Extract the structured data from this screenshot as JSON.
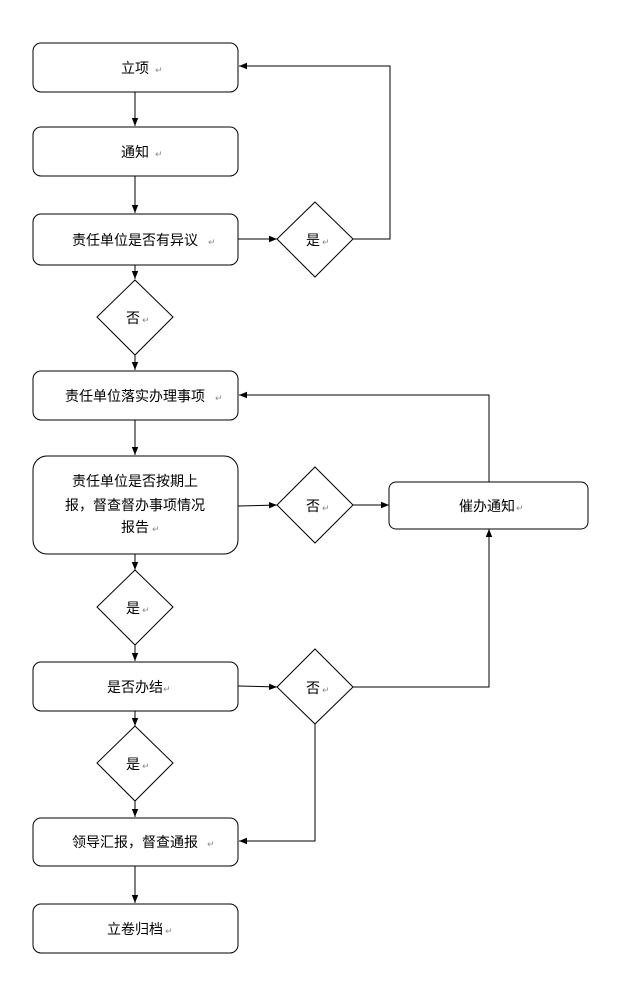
{
  "nodes": {
    "lixiang": "立项",
    "tongzhi": "通知",
    "yiyi": "责任单位是否有异议",
    "yes1": "是",
    "no1": "否",
    "luoshi": "责任单位落实办理事项",
    "anqi_line1": "责任单位是否按期上",
    "anqi_line2": "报，督查督办事项情况",
    "anqi_line3": "报告",
    "no2": "否",
    "cuiban": "催办通知",
    "yes2": "是",
    "banjie": "是否办结",
    "no3": "否",
    "yes3": "是",
    "huibao": "领导汇报，督查通报",
    "guidang": "立卷归档"
  },
  "paragraph_mark": "↵"
}
